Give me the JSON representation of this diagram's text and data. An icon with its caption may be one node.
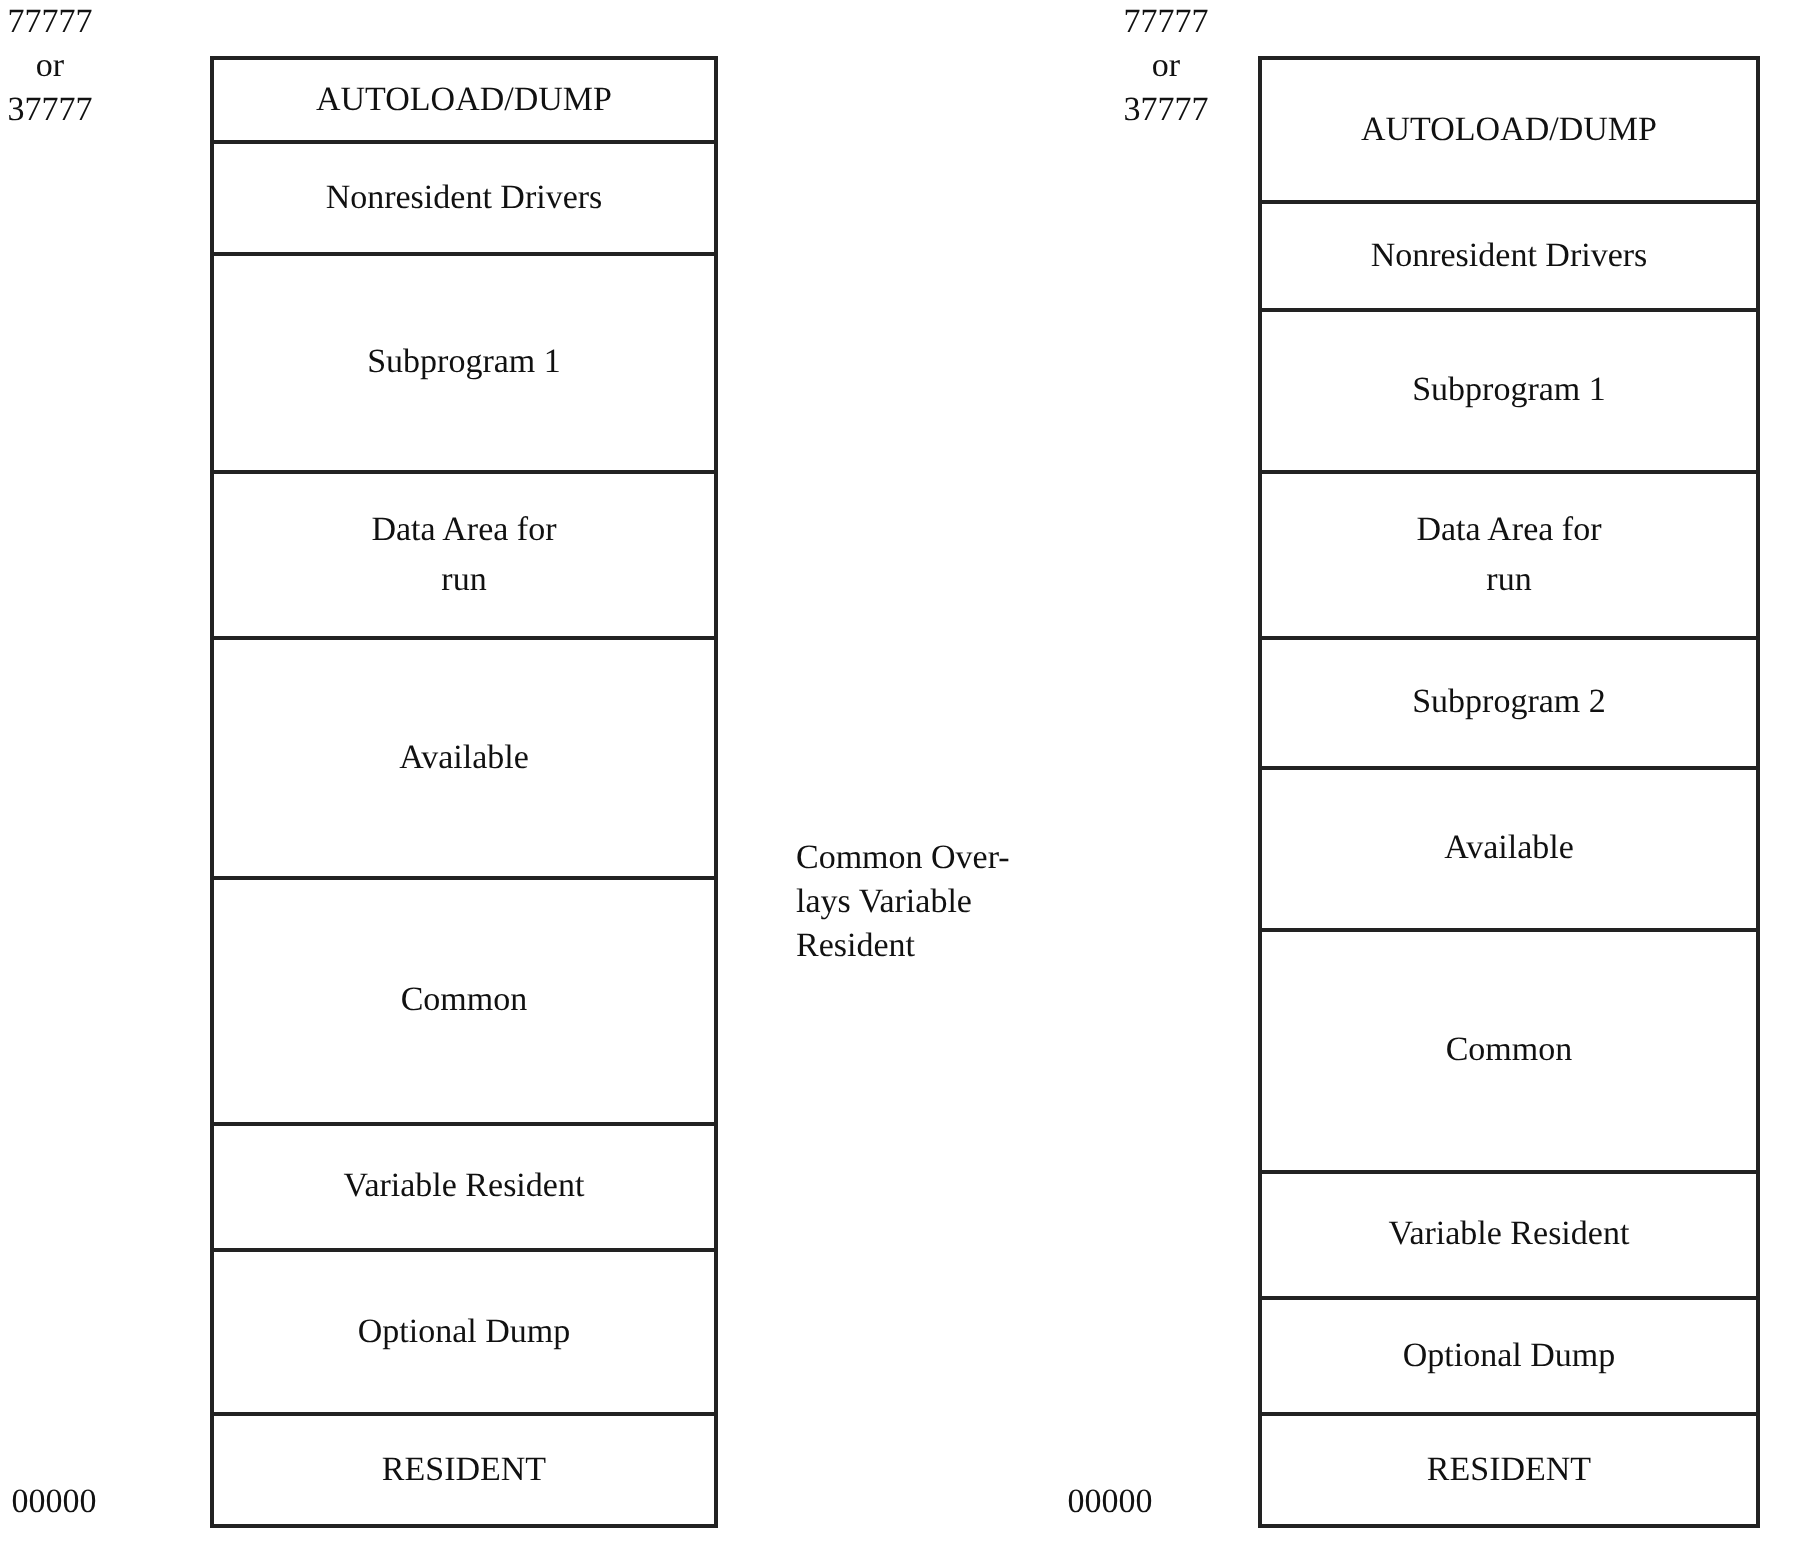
{
  "diagram": {
    "nodes": [
      {
        "text": [
          "AUTOLOAD/DUMP"
        ]
      },
      {
        "text": [
          "Nonresident Drivers"
        ]
      },
      {
        "text": [
          "Subprogram 1"
        ]
      },
      {
        "text": [
          "Data Area for run"
        ]
      },
      {
        "text": [
          "Available"
        ]
      },
      {
        "text": [
          "Common"
        ]
      },
      {
        "text": [
          "Variable Resident"
        ]
      },
      {
        "text": [
          "Optional Dump"
        ]
      },
      {
        "text": [
          "RESIDENT"
        ]
      },
      {
        "text": [
          "AUTOLOAD/DUMP"
        ]
      },
      {
        "text": [
          "Nonresident Drivers"
        ]
      },
      {
        "text": [
          "Subprogram 1"
        ]
      },
      {
        "text": [
          "Data Area for run"
        ]
      },
      {
        "text": [
          "Subprogram 2"
        ]
      },
      {
        "text": [
          "Available"
        ]
      },
      {
        "text": [
          "Common"
        ]
      },
      {
        "text": [
          "Variable Resident"
        ]
      },
      {
        "text": [
          "Optional Dump"
        ]
      },
      {
        "text": [
          "RESIDENT"
        ]
      }
    ],
    "edges": [],
    "labels": [
      "77777 or 37777",
      "77777 or 37777",
      "Common Over- lays Variable Resident",
      "00000",
      "00000"
    ]
  }
}
